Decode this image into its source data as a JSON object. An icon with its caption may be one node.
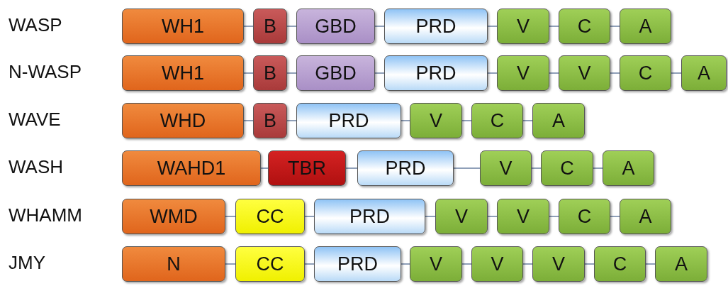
{
  "diagram": {
    "nodes": [
      {
        "text": [
          "WH1"
        ]
      },
      {
        "text": [
          "B"
        ]
      },
      {
        "text": [
          "GBD"
        ]
      },
      {
        "text": [
          "PRD"
        ]
      },
      {
        "text": [
          "V"
        ]
      },
      {
        "text": [
          "C"
        ]
      },
      {
        "text": [
          "A"
        ]
      },
      {
        "text": [
          "WH1"
        ]
      },
      {
        "text": [
          "B"
        ]
      },
      {
        "text": [
          "GBD"
        ]
      },
      {
        "text": [
          "PRD"
        ]
      },
      {
        "text": [
          "V"
        ]
      },
      {
        "text": [
          "V"
        ]
      },
      {
        "text": [
          "C"
        ]
      },
      {
        "text": [
          "A"
        ]
      },
      {
        "text": [
          "WHD"
        ]
      },
      {
        "text": [
          "B"
        ]
      },
      {
        "text": [
          "PRD"
        ]
      },
      {
        "text": [
          "V"
        ]
      },
      {
        "text": [
          "C"
        ]
      },
      {
        "text": [
          "A"
        ]
      },
      {
        "text": [
          "WAHD1"
        ]
      },
      {
        "text": [
          "TBR"
        ]
      },
      {
        "text": [
          "PRD"
        ]
      },
      {
        "text": [
          "V"
        ]
      },
      {
        "text": [
          "C"
        ]
      },
      {
        "text": [
          "A"
        ]
      },
      {
        "text": [
          "WMD"
        ]
      },
      {
        "text": [
          "CC"
        ]
      },
      {
        "text": [
          "PRD"
        ]
      },
      {
        "text": [
          "V"
        ]
      },
      {
        "text": [
          "V"
        ]
      },
      {
        "text": [
          "C"
        ]
      },
      {
        "text": [
          "A"
        ]
      },
      {
        "text": [
          "N"
        ]
      },
      {
        "text": [
          "CC"
        ]
      },
      {
        "text": [
          "PRD"
        ]
      },
      {
        "text": [
          "V"
        ]
      },
      {
        "text": [
          "V"
        ]
      },
      {
        "text": [
          "V"
        ]
      },
      {
        "text": [
          "C"
        ]
      },
      {
        "text": [
          "A"
        ]
      }
    ],
    "edges": [
      {
        "from": 0,
        "to": 1,
        "arrow": "none"
      },
      {
        "from": 1,
        "to": 2,
        "arrow": "none"
      },
      {
        "from": 2,
        "to": 3,
        "arrow": "none"
      },
      {
        "from": 3,
        "to": 4,
        "arrow": "none"
      },
      {
        "from": 4,
        "to": 5,
        "arrow": "none"
      },
      {
        "from": 5,
        "to": 6,
        "arrow": "none"
      },
      {
        "from": 7,
        "to": 8,
        "arrow": "none"
      },
      {
        "from": 8,
        "to": 9,
        "arrow": "none"
      },
      {
        "from": 9,
        "to": 10,
        "arrow": "none"
      },
      {
        "from": 10,
        "to": 11,
        "arrow": "none"
      },
      {
        "from": 11,
        "to": 12,
        "arrow": "none"
      },
      {
        "from": 12,
        "to": 13,
        "arrow": "none"
      },
      {
        "from": 13,
        "to": 14,
        "arrow": "none"
      },
      {
        "from": 15,
        "to": 16,
        "arrow": "none"
      },
      {
        "from": 16,
        "to": 17,
        "arrow": "none"
      },
      {
        "from": 17,
        "to": 18,
        "arrow": "none"
      },
      {
        "from": 18,
        "to": 19,
        "arrow": "none"
      },
      {
        "from": 19,
        "to": 20,
        "arrow": "none"
      },
      {
        "from": 21,
        "to": 22,
        "arrow": "none"
      },
      {
        "from": 22,
        "to": 23,
        "arrow": "none"
      },
      {
        "from": 23,
        "to": 24,
        "arrow": "none"
      },
      {
        "from": 24,
        "to": 25,
        "arrow": "none"
      },
      {
        "from": 25,
        "to": 26,
        "arrow": "none"
      },
      {
        "from": 27,
        "to": 28,
        "arrow": "none"
      },
      {
        "from": 28,
        "to": 29,
        "arrow": "none"
      },
      {
        "from": 29,
        "to": 30,
        "arrow": "none"
      },
      {
        "from": 30,
        "to": 31,
        "arrow": "none"
      },
      {
        "from": 31,
        "to": 32,
        "arrow": "none"
      },
      {
        "from": 32,
        "to": 33,
        "arrow": "none"
      },
      {
        "from": 34,
        "to": 35,
        "arrow": "none"
      },
      {
        "from": 35,
        "to": 36,
        "arrow": "none"
      },
      {
        "from": 36,
        "to": 37,
        "arrow": "none"
      },
      {
        "from": 37,
        "to": 38,
        "arrow": "none"
      },
      {
        "from": 38,
        "to": 39,
        "arrow": "none"
      },
      {
        "from": 39,
        "to": 40,
        "arrow": "none"
      },
      {
        "from": 40,
        "to": 41,
        "arrow": "none"
      }
    ],
    "labels": [
      "WASP",
      "N-WASP",
      "WAVE",
      "WASH",
      "WHAMM",
      "JMY"
    ]
  }
}
